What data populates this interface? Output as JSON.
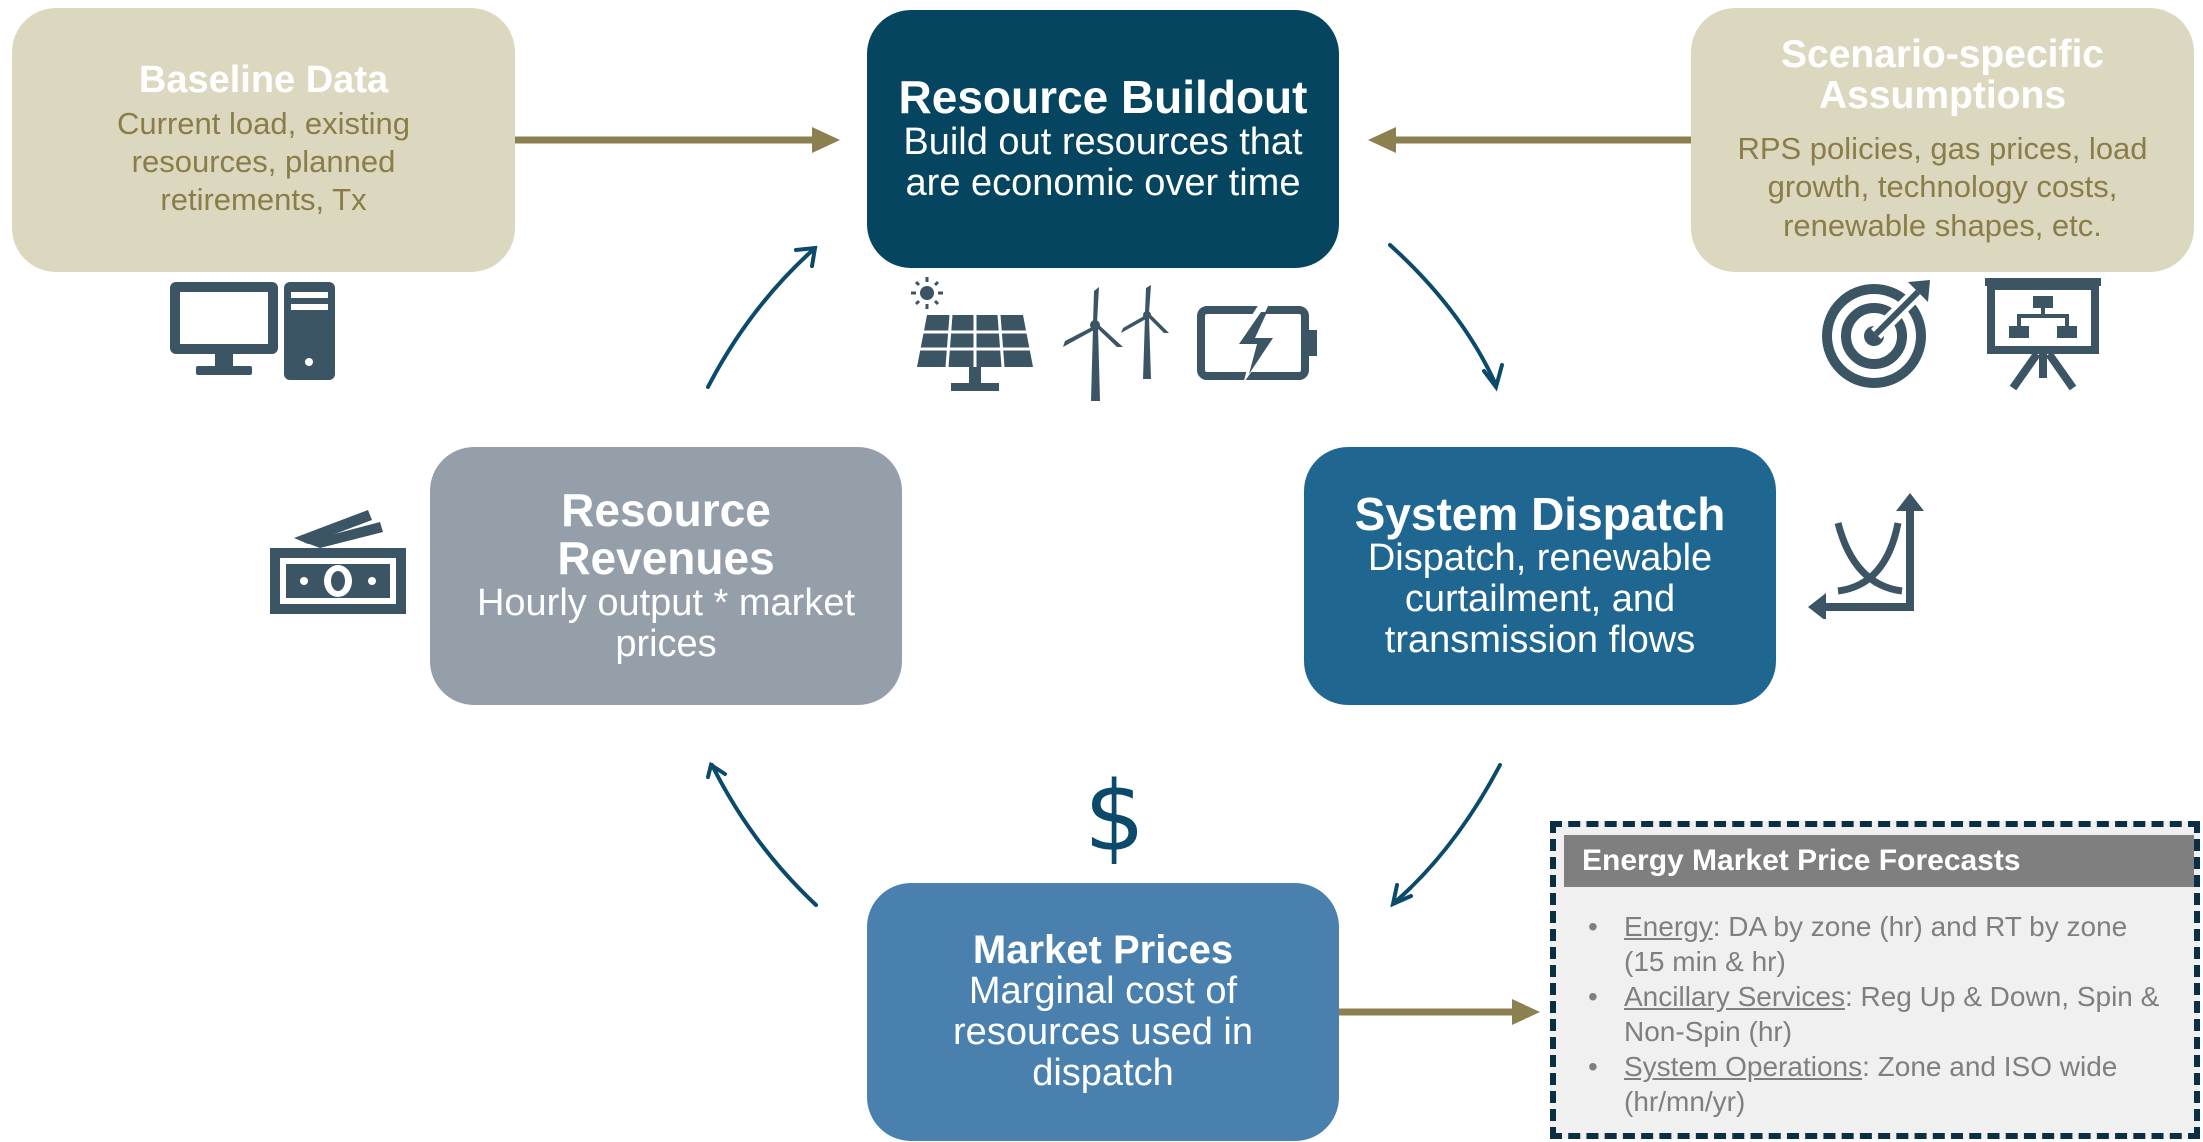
{
  "colors": {
    "gold": "#8c8050",
    "navy": "#05455f",
    "blue": "#1f6690",
    "grey": "#959fa9",
    "steel": "#4a80ad",
    "icon": "#3b5565",
    "beige": "#dcd8c0"
  },
  "baseline": {
    "title": "Baseline Data",
    "text": "Current load, existing resources, planned retirements, Tx",
    "icon": "computer-icon"
  },
  "scenario": {
    "title": "Scenario-specific Assumptions",
    "text": "RPS policies, gas prices, load growth, technology costs, renewable shapes, etc.",
    "icons": [
      "target-icon",
      "presentation-board-icon"
    ]
  },
  "buildout": {
    "title": "Resource Buildout",
    "text": "Build out resources that are economic over time",
    "icons": [
      "solar-panel-icon",
      "wind-turbine-icon",
      "battery-icon"
    ]
  },
  "dispatch": {
    "title": "System Dispatch",
    "text": "Dispatch, renewable curtailment, and transmission flows",
    "icon": "supply-demand-curve-icon"
  },
  "revenues": {
    "title": "Resource Revenues",
    "text": "Hourly output * market prices",
    "icon": "cash-icon"
  },
  "market": {
    "title": "Market Prices",
    "text": "Marginal cost of resources used in dispatch",
    "icon_glyph": "$"
  },
  "forecast": {
    "header": "Energy Market Price Forecasts",
    "items": [
      {
        "bullet": "•",
        "term": "Energy",
        "desc": ": DA by zone (hr) and RT by zone (15 min & hr)"
      },
      {
        "bullet": "•",
        "term": "Ancillary Services",
        "desc": ": Reg Up & Down, Spin & Non-Spin (hr)"
      },
      {
        "bullet": "•",
        "term": "System Operations",
        "desc": ": Zone and ISO wide (hr/mn/yr)"
      }
    ]
  }
}
